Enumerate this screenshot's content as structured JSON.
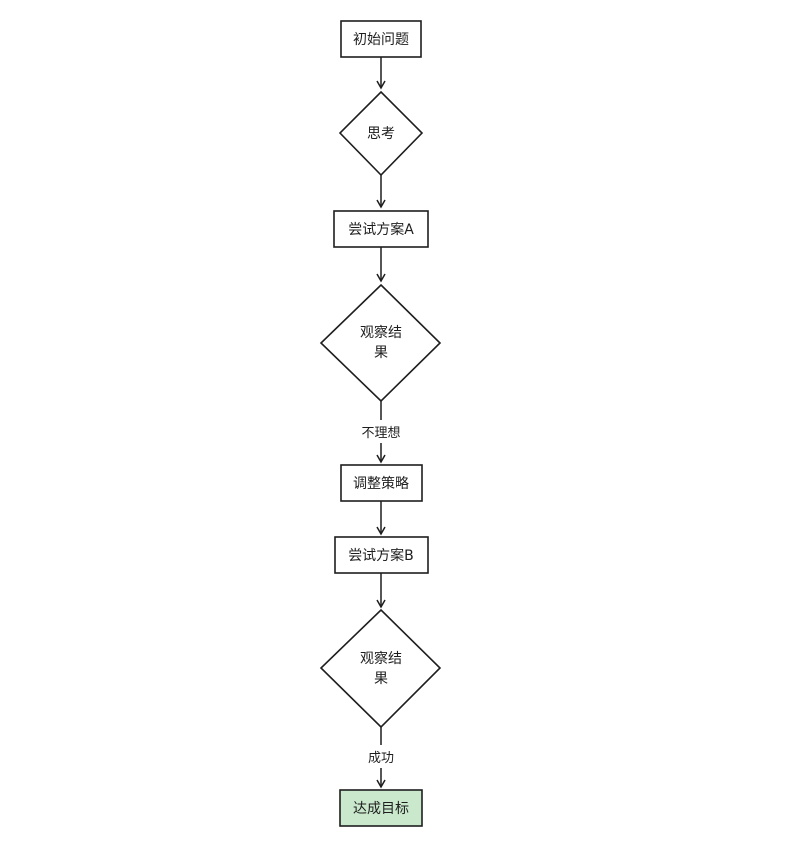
{
  "nodes": [
    {
      "id": "start",
      "label": "初始问题",
      "shape": "rect"
    },
    {
      "id": "think",
      "label": "思考",
      "shape": "diamond"
    },
    {
      "id": "try_a",
      "label": "尝试方案A",
      "shape": "rect"
    },
    {
      "id": "observe_1",
      "label_lines": [
        "观察结",
        "果"
      ],
      "shape": "diamond"
    },
    {
      "id": "adjust",
      "label": "调整策略",
      "shape": "rect"
    },
    {
      "id": "try_b",
      "label": "尝试方案B",
      "shape": "rect"
    },
    {
      "id": "observe_2",
      "label_lines": [
        "观察结",
        "果"
      ],
      "shape": "diamond"
    },
    {
      "id": "goal",
      "label": "达成目标",
      "shape": "rect"
    }
  ],
  "edges": [
    {
      "from": "start",
      "to": "think",
      "label": ""
    },
    {
      "from": "think",
      "to": "try_a",
      "label": ""
    },
    {
      "from": "try_a",
      "to": "observe_1",
      "label": ""
    },
    {
      "from": "observe_1",
      "to": "adjust",
      "label": "不理想"
    },
    {
      "from": "adjust",
      "to": "try_b",
      "label": ""
    },
    {
      "from": "try_b",
      "to": "observe_2",
      "label": ""
    },
    {
      "from": "observe_2",
      "to": "goal",
      "label": "成功"
    }
  ],
  "colors": {
    "stroke": "#1e1e1e",
    "node_fill": "#ffffff",
    "goal_fill": "#c9e8cc"
  }
}
